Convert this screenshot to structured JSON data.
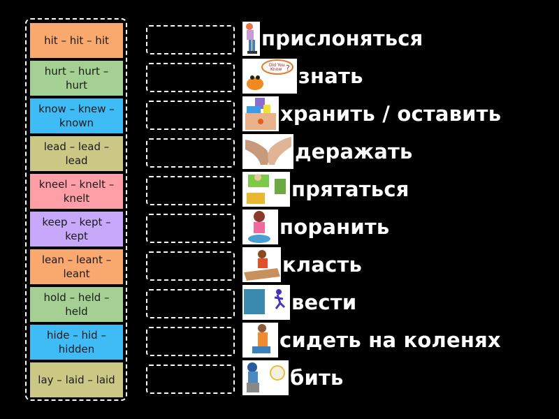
{
  "tiles": [
    {
      "label": "hit – hit – hit",
      "color": "#f9a86e"
    },
    {
      "label": "hurt – hurt – hurt",
      "color": "#a4d193"
    },
    {
      "label": "know – knew – known",
      "color": "#3fbcf5"
    },
    {
      "label": "lead – lead – lead",
      "color": "#cbc784"
    },
    {
      "label": "kneel – knelt – knelt",
      "color": "#fe9fa8"
    },
    {
      "label": "keep – kept – kept",
      "color": "#c8a8fb"
    },
    {
      "label": "lean – leant – leant",
      "color": "#f9a86e"
    },
    {
      "label": "hold – held – held",
      "color": "#a4d193"
    },
    {
      "label": "hide – hid – hidden",
      "color": "#3fbcf5"
    },
    {
      "label": "lay – laid – laid",
      "color": "#cbc784"
    }
  ],
  "targets": [
    {
      "word": "прислоняться",
      "image": "person-leaning-image"
    },
    {
      "word": "знать",
      "image": "did-you-know-dog-image"
    },
    {
      "word": "хранить / оставить",
      "image": "box-of-items-image"
    },
    {
      "word": "деражать",
      "image": "holding-hands-image"
    },
    {
      "word": "прятаться",
      "image": "hiding-in-boxes-image"
    },
    {
      "word": "поранить",
      "image": "hurt-girl-image"
    },
    {
      "word": "класть",
      "image": "boy-laying-paper-image"
    },
    {
      "word": "вести",
      "image": "leading-group-image"
    },
    {
      "word": "сидеть на коленях",
      "image": "kneeling-person-image"
    },
    {
      "word": "бить",
      "image": "baseball-hitter-image"
    }
  ]
}
